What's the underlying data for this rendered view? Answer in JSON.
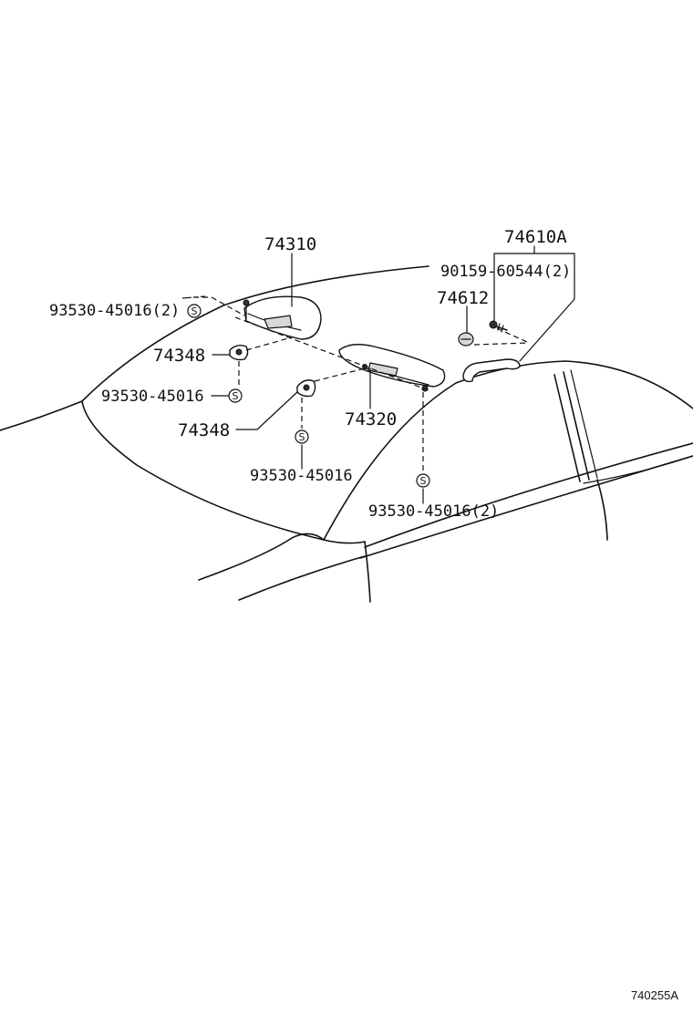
{
  "callouts": {
    "sun_visor_lh": "74310",
    "sun_visor_rh": "74320",
    "assist_grip_assy": "74610A",
    "grip_screw": "90159-60544(2)",
    "grip_cover": "74612",
    "visor_holder_left": "74348",
    "visor_holder_center": "74348",
    "screw_visor_lh": "93530-45016(2)",
    "screw_holder_left": "93530-45016",
    "screw_holder_center": "93530-45016",
    "screw_visor_rh": "93530-45016(2)"
  },
  "screw_symbol": "S",
  "figure_code": "740255A"
}
